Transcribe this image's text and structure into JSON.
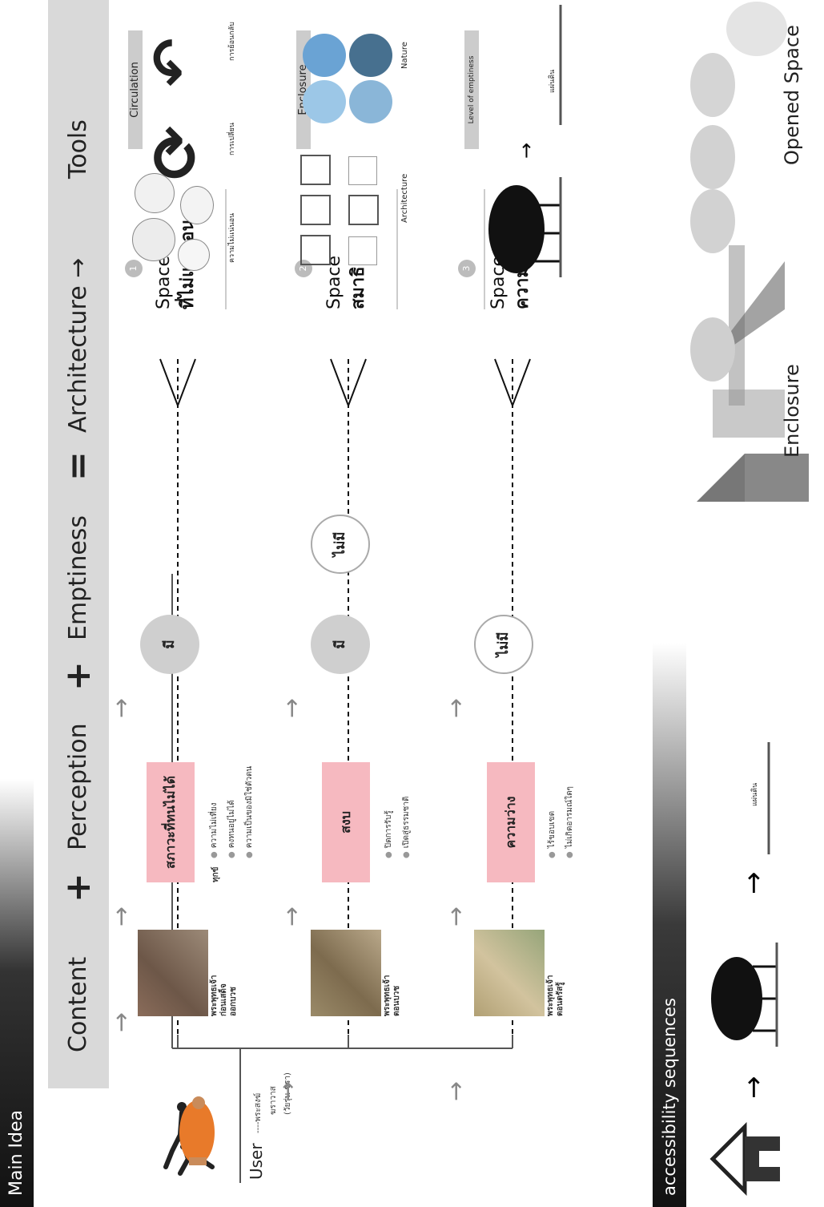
{
  "titles": {
    "main": "Main Idea",
    "accessibility": "accessibility sequences"
  },
  "header": {
    "content": "Content",
    "plus1": "+",
    "perception": "Perception",
    "plus2": "+",
    "emptiness": "Emptiness",
    "equals": "=",
    "architecture": "Architecture →",
    "tools": "Tools"
  },
  "user": {
    "label": "User",
    "desc_line1": "----พระสงฆ์",
    "desc_line2": "ฆราวาส",
    "desc_line3": "(วัยรุ่น-ชรา)"
  },
  "rows": [
    {
      "caption": [
        "พระพุทธเจ้า",
        "ก่อนเสด็จ",
        "ออกบวช"
      ],
      "perception": "สภาวะที่ทนไม่ได้",
      "perception_head": "ทุกข์",
      "bullets": [
        "ความไม่เที่ยง",
        "คงทนอยู่ไม่ได้",
        "ความเป็นของมิใช่ตัวตน"
      ],
      "emptiness": "มี",
      "number": "1",
      "space": "Space",
      "space_sub": "ที่ไม่แน่นอน",
      "tool_bar": "Circulation",
      "tool_caption": "ความไม่แน่นอน",
      "tool_caption2": "การเปลี่ยน",
      "tool_caption3": "การย้อนกลับ"
    },
    {
      "caption": [
        "พระพุทธเจ้า",
        "ตอนบวช"
      ],
      "perception": "สงบ",
      "perception_head": "",
      "bullets": [
        "ปิดการรับรู้",
        "เปิดสู่ธรรมชาติ"
      ],
      "emptiness": "มี",
      "emptiness2": "ไม่มี",
      "number": "2",
      "space": "Space",
      "space_sub": "สมาธิ",
      "tool_bar": "Enclosure",
      "tool_caption": "Architecture",
      "tool_caption2": "Nature"
    },
    {
      "caption": [
        "พระพุทธเจ้า",
        "ตอนตรัสรู้"
      ],
      "perception": "ความว่าง",
      "perception_head": "",
      "bullets": [
        "ไร้ขอบเขต",
        "ไม่เกิดอารมณ์ใดๆ"
      ],
      "emptiness": "ไม่มี",
      "number": "3",
      "space": "Space",
      "space_sub": "ความว่าง",
      "tool_bar": "Level of emptiness",
      "tool_caption": "แผ่นดิน"
    }
  ],
  "accessibility": {
    "ground_label": "แผ่นดิน",
    "enclosure_label": "Enclosure",
    "opened_label": "Opened Space"
  },
  "colors": {
    "pink": "#f6b9c0",
    "header_gray": "#d9d9d9",
    "circle_gray": "#cfcfcf",
    "robe_orange": "#e87a2a"
  }
}
